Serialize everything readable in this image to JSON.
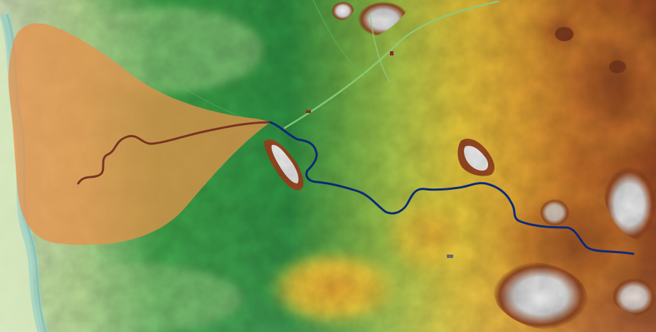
{
  "map": {
    "kind": "shaded-relief-elevation",
    "palette": {
      "lowland_pale": "#d8e9bf",
      "lowland": "#b9dc94",
      "green_light": "#6fc05a",
      "green": "#3fa74a",
      "green_dark": "#2f9242",
      "yellow_green": "#a9c84a",
      "yellow": "#e8c83c",
      "orange": "#e3a233",
      "rust": "#c4702a",
      "brown": "#9a4a22",
      "brown_dark": "#7a3a1e",
      "summit_gray": "#d9d9d9",
      "summit_white": "#f4f4f4",
      "river_channel": "#9bd0c8"
    },
    "overlay": {
      "name": "fan-shaped-zone",
      "color": "#e8904a",
      "opacity": 0.75
    },
    "routes": [
      {
        "name": "upstream-channel",
        "color": "#0b2a78"
      },
      {
        "name": "downstream-channel",
        "color": "#7a3323"
      }
    ]
  }
}
